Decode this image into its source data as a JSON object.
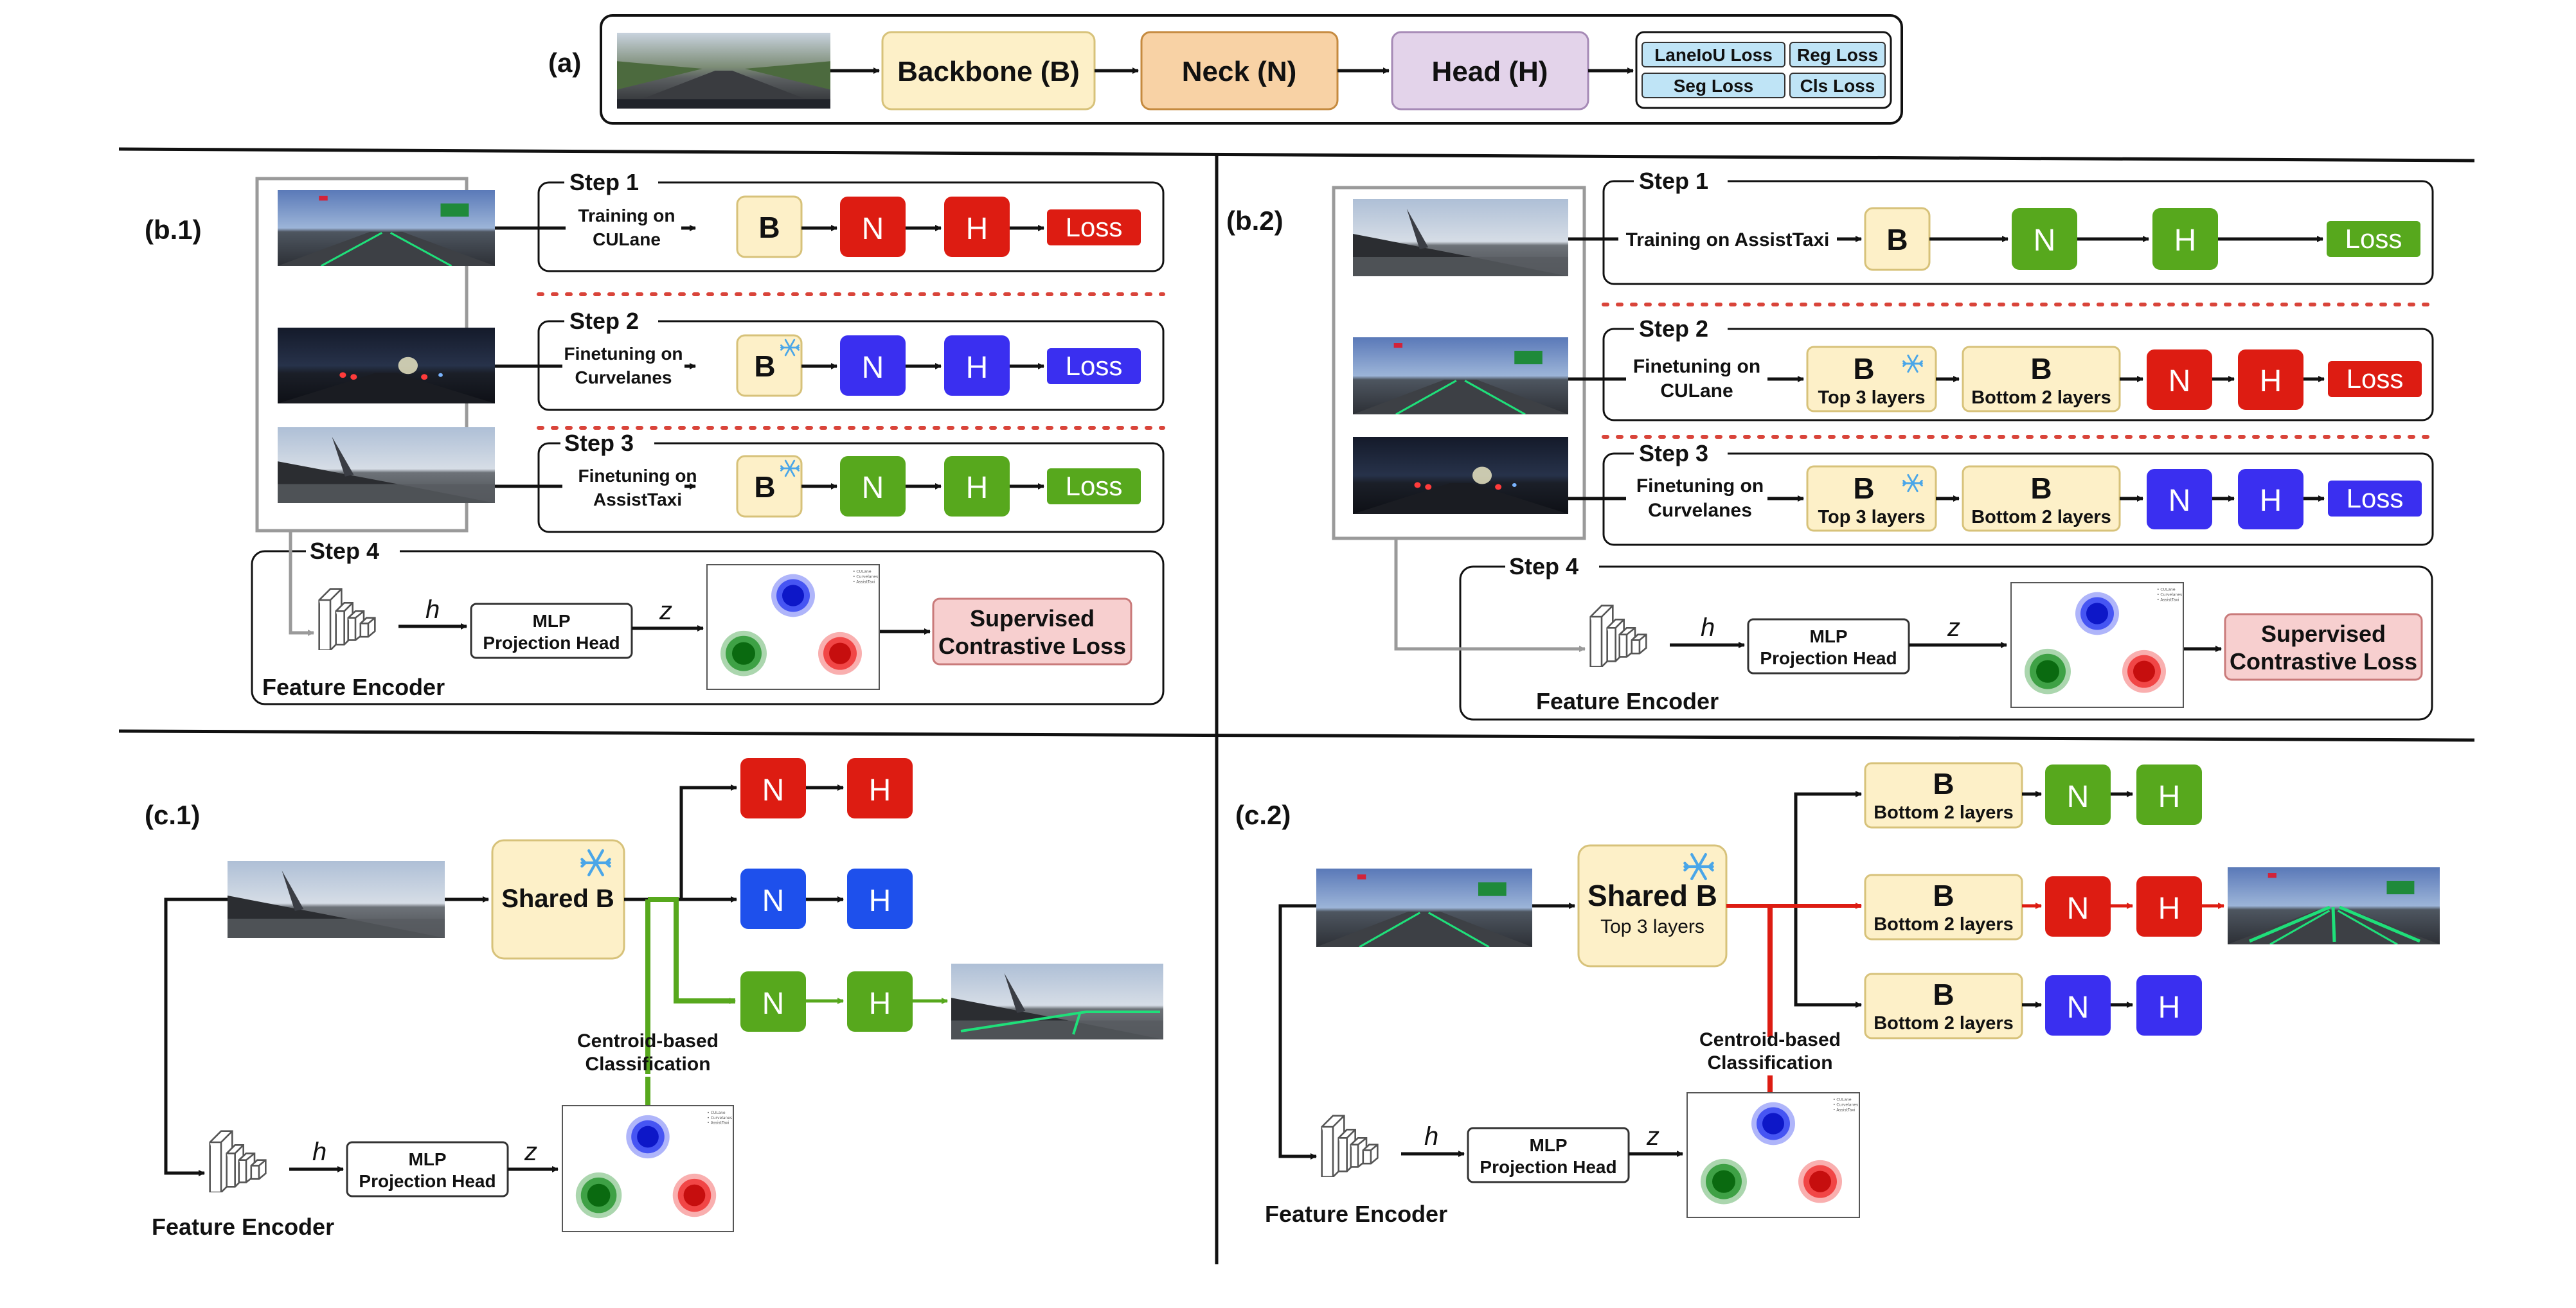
{
  "panel_labels": {
    "a": "(a)",
    "b1": "(b.1)",
    "b2": "(b.2)",
    "c1": "(c.1)",
    "c2": "(c.2)"
  },
  "panel_a": {
    "backbone": "Backbone (B)",
    "neck": "Neck (N)",
    "head": "Head (H)",
    "losses": [
      "LaneIoU Loss",
      "Reg Loss",
      "Seg Loss",
      "Cls Loss"
    ]
  },
  "common": {
    "B": "B",
    "N": "N",
    "H": "H",
    "loss": "Loss",
    "step1": "Step 1",
    "step2": "Step 2",
    "step3": "Step 3",
    "step4": "Step 4",
    "h": "h",
    "z": "z",
    "mlp_line1": "MLP",
    "mlp_line2": "Projection Head",
    "scl_line1": "Supervised",
    "scl_line2": "Contrastive Loss",
    "feature_encoder": "Feature Encoder",
    "top3": "Top 3 layers",
    "bottom2": "Bottom 2 layers",
    "shared_b": "Shared B",
    "centroid_line1": "Centroid-based",
    "centroid_line2": "Classification"
  },
  "panel_b1": {
    "step1_text": [
      "Training on",
      "CULane"
    ],
    "step2_text": [
      "Finetuning on",
      "Curvelanes"
    ],
    "step3_text": [
      "Finetuning on",
      "AssistTaxi"
    ]
  },
  "panel_b2": {
    "step1_text": "Training on AssistTaxi",
    "step2_text": [
      "Finetuning on",
      "CULane"
    ],
    "step3_text": [
      "Finetuning on",
      "Curvelanes"
    ]
  },
  "colors": {
    "red": "#dd1c12",
    "blue": "#3a2ff0",
    "green": "#57a81d",
    "backbone_fill": "#fdf0c8",
    "neck_fill": "#f8d2a5",
    "head_fill": "#e3d3ea",
    "loss_fill": "#bfe4f6",
    "scl_fill": "#f7cfcf",
    "divider": "#111111"
  },
  "icons": [
    "snowflake-icon",
    "feature-encoder-icon",
    "cluster-plot-icon",
    "road-photo-icon"
  ]
}
